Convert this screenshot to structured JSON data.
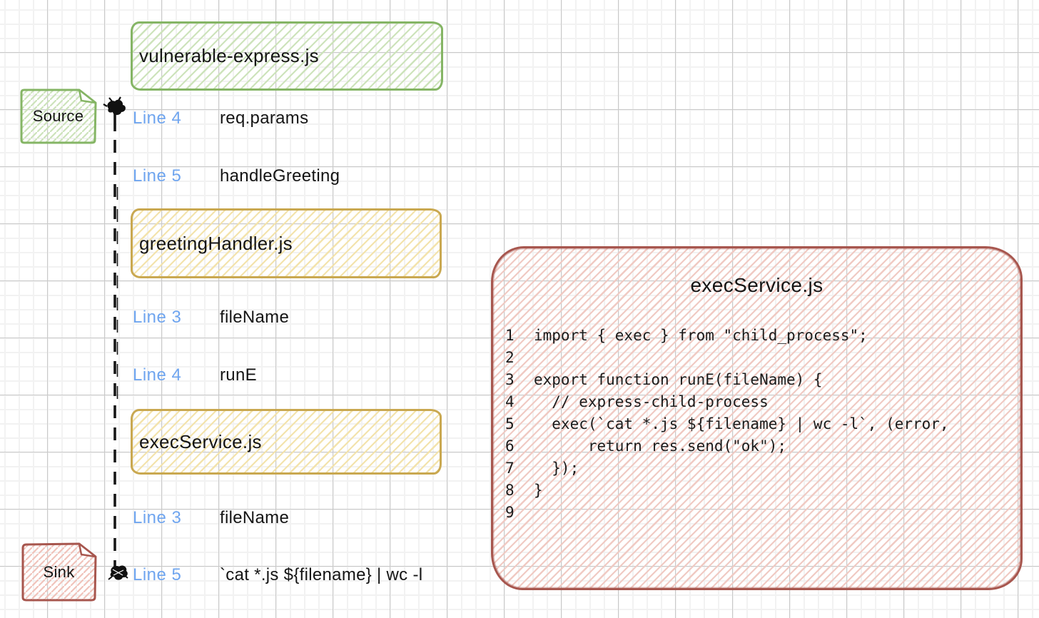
{
  "diagram": {
    "source_note": {
      "label": "Source"
    },
    "sink_note": {
      "label": "Sink"
    },
    "file_nodes": [
      {
        "label": "vulnerable-express.js",
        "color": "green"
      },
      {
        "label": "greetingHandler.js",
        "color": "yellow"
      },
      {
        "label": "execService.js",
        "color": "yellow"
      }
    ],
    "trace_steps": [
      {
        "line_ref": "Line 4",
        "symbol": "req.params"
      },
      {
        "line_ref": "Line 5",
        "symbol": "handleGreeting"
      },
      {
        "line_ref": "Line 3",
        "symbol": "fileName"
      },
      {
        "line_ref": "Line 4",
        "symbol": "runE"
      },
      {
        "line_ref": "Line 3",
        "symbol": "fileName"
      },
      {
        "line_ref": "Line 5",
        "symbol": "`cat *.js ${filename} | wc -l"
      }
    ]
  },
  "code_panel": {
    "title": "execService.js",
    "lines": [
      {
        "num": "1",
        "code": "import { exec } from \"child_process\";"
      },
      {
        "num": "2",
        "code": ""
      },
      {
        "num": "3",
        "code": "export function runE(fileName) {"
      },
      {
        "num": "4",
        "code": "  // express-child-process"
      },
      {
        "num": "5",
        "code": "  exec(`cat *.js ${filename} | wc -l`, (error,"
      },
      {
        "num": "6",
        "code": "      return res.send(\"ok\");"
      },
      {
        "num": "7",
        "code": "  });"
      },
      {
        "num": "8",
        "code": "}"
      },
      {
        "num": "9",
        "code": ""
      }
    ]
  },
  "colors": {
    "green_stroke": "#85b565",
    "green_hatch": "#cde3bb",
    "yellow_stroke": "#c9a850",
    "yellow_hatch": "#f3e3ac",
    "red_stroke": "#a7564e",
    "red_hatch": "#f0cac3",
    "blue_line_ref": "#6fa5ef",
    "ink": "#141414"
  }
}
